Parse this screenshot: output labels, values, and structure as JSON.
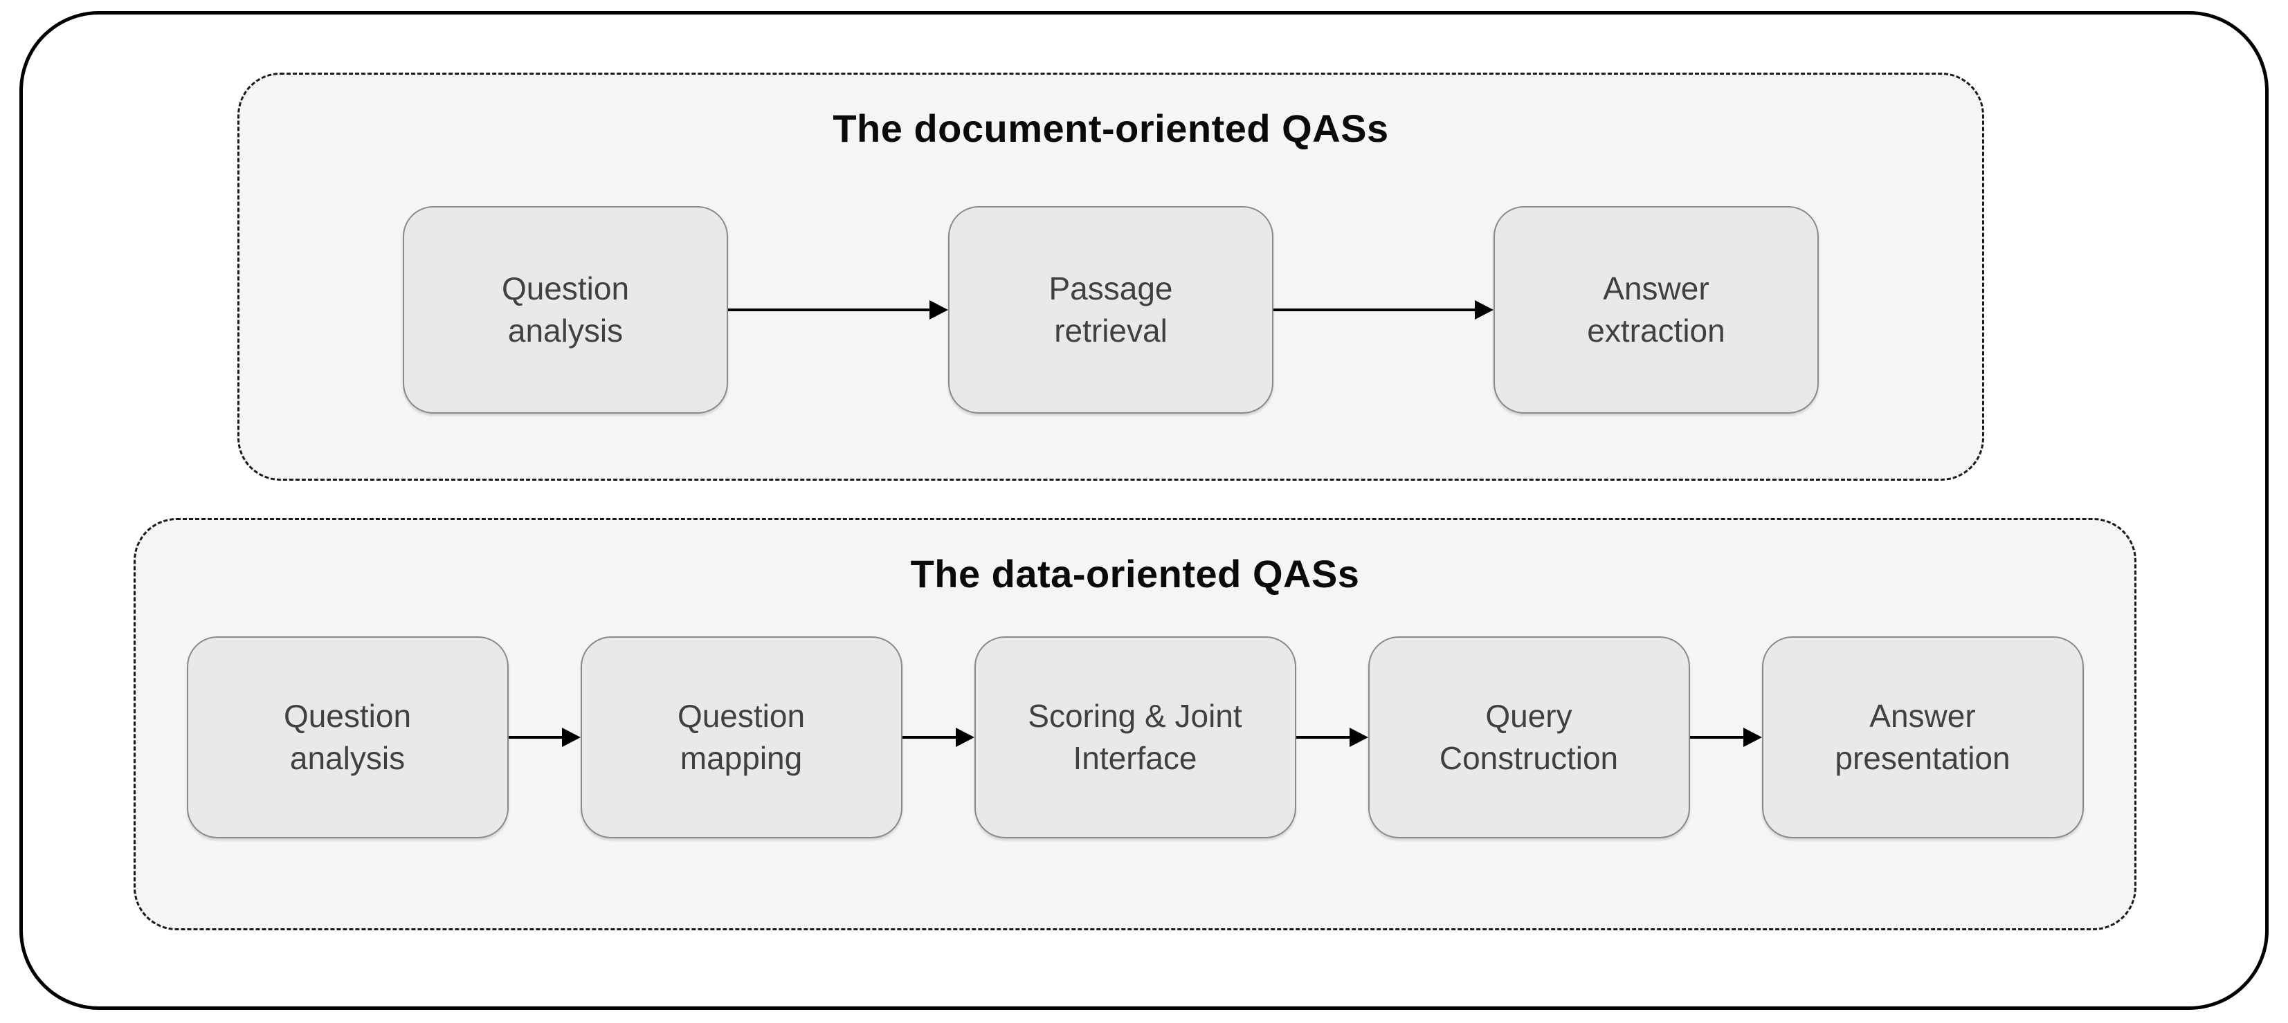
{
  "colors": {
    "page_bg": "#ffffff",
    "frame_border": "#000000",
    "group_bg": "#f5f5f5",
    "group_border": "#1a1a1a",
    "box_bg": "#e9e9e9",
    "box_border": "#8a8a8a",
    "box_text": "#404040",
    "title_text": "#0a0a0a",
    "arrow_color": "#000000"
  },
  "groups": [
    {
      "title": "The document-oriented QASs",
      "boxes": [
        "Question\nanalysis",
        "Passage\nretrieval",
        "Answer\nextraction"
      ]
    },
    {
      "title": "The data-oriented QASs",
      "boxes": [
        "Question\nanalysis",
        "Question\nmapping",
        "Scoring & Joint\nInterface",
        "Query\nConstruction",
        "Answer\npresentation"
      ]
    }
  ]
}
